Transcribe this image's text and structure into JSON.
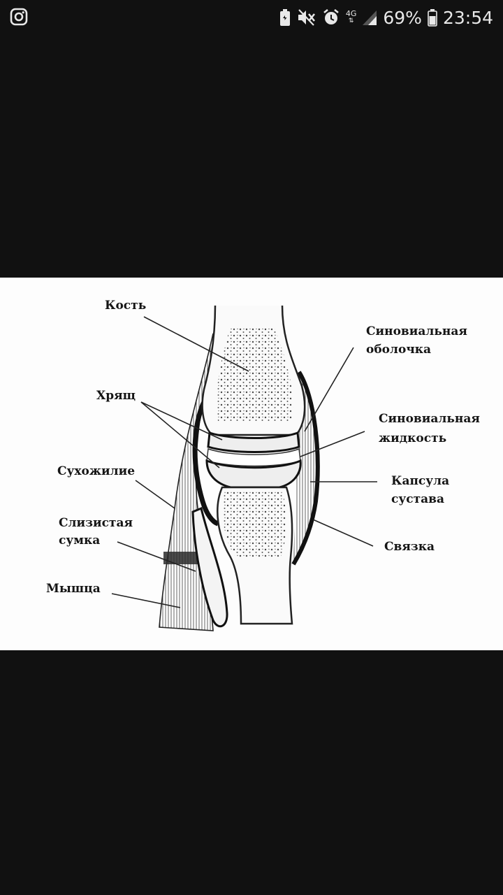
{
  "status_bar": {
    "left_icon": "instagram-icon",
    "network": "4G",
    "battery_percent": "69%",
    "time": "23:54",
    "icons": [
      "battery-saver-icon",
      "mute-icon",
      "alarm-icon",
      "network-arrows-icon",
      "signal-icon",
      "battery-icon"
    ]
  },
  "diagram": {
    "labels": {
      "bone": "Кость",
      "cartilage": "Хрящ",
      "tendon": "Сухожилие",
      "bursa_line1": "Слизистая",
      "bursa_line2": "сумка",
      "muscle": "Мышца",
      "synovial_membrane_line1": "Синовиальная",
      "synovial_membrane_line2": "оболочка",
      "synovial_fluid_line1": "Синовиальная",
      "synovial_fluid_line2": "жидкость",
      "capsule_line1": "Капсула",
      "capsule_line2": "сустава",
      "ligament": "Связка"
    }
  }
}
